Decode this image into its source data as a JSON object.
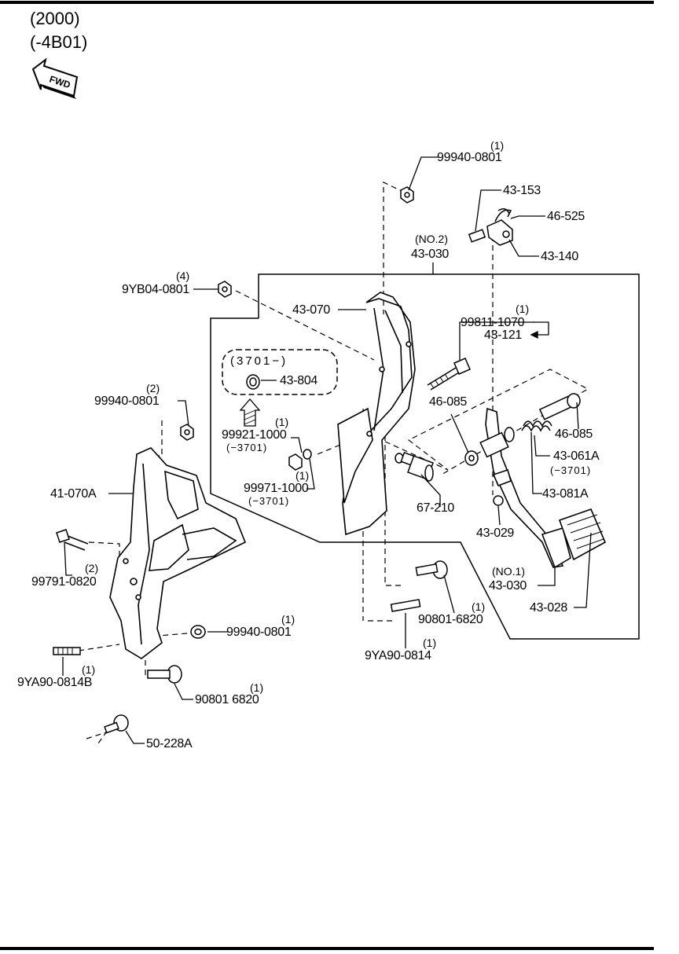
{
  "header": {
    "year": "(2000)",
    "code": "(-4B01)",
    "fwd_label": "FWD"
  },
  "parts": {
    "p_99940_0801_top": {
      "part": "99940-0801",
      "qty": "(1)"
    },
    "p_43_153": {
      "part": "43-153"
    },
    "p_46_525": {
      "part": "46-525"
    },
    "p_43_140": {
      "part": "43-140"
    },
    "p_43_030_no2": {
      "part": "43-030",
      "note": "(NO.2)"
    },
    "p_9yb04_0801": {
      "part": "9YB04-0801",
      "qty": "(4)"
    },
    "p_43_070": {
      "part": "43-070"
    },
    "p_99811_1070": {
      "part": "99811-1070",
      "qty": "(1)"
    },
    "p_43_121": {
      "part": "43-121"
    },
    "p_3701_box": {
      "note": "(3701−)"
    },
    "p_43_804": {
      "part": "43-804"
    },
    "p_99940_0801_left": {
      "part": "99940-0801",
      "qty": "(2)"
    },
    "p_46_085_a": {
      "part": "46-085"
    },
    "p_46_085_b": {
      "part": "46-085"
    },
    "p_99921_1000": {
      "part": "99921-1000",
      "qty": "(1)",
      "note": "(−3701)"
    },
    "p_43_061a": {
      "part": "43-061A",
      "note": "(−3701)"
    },
    "p_41_070a": {
      "part": "41-070A"
    },
    "p_99971_1000": {
      "part": "99971-1000",
      "qty": "(1)",
      "note": "(−3701)"
    },
    "p_43_081a": {
      "part": "43-081A"
    },
    "p_67_210": {
      "part": "67-210"
    },
    "p_43_029": {
      "part": "43-029"
    },
    "p_99791_0820": {
      "part": "99791-0820",
      "qty": "(2)"
    },
    "p_43_030_no1": {
      "part": "43-030",
      "note": "(NO.1)"
    },
    "p_43_028": {
      "part": "43-028"
    },
    "p_90801_6820_mid": {
      "part": "90801-6820",
      "qty": "(1)"
    },
    "p_99940_0801_low": {
      "part": "99940-0801",
      "qty": "(1)"
    },
    "p_9ya90_0814": {
      "part": "9YA90-0814",
      "qty": "(1)"
    },
    "p_9ya90_0814b": {
      "part": "9YA90-0814B",
      "qty": "(1)"
    },
    "p_90801_6820_low": {
      "part": "90801 6820",
      "qty": "(1)"
    },
    "p_50_228a": {
      "part": "50-228A"
    }
  }
}
